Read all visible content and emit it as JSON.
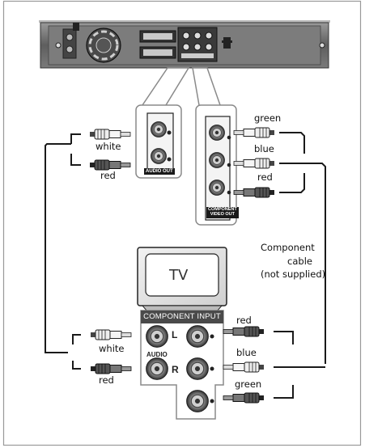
{
  "labels": {
    "white_top": "white",
    "red_top": "red",
    "audio_out": "AUDIO OUT",
    "green_top": "green",
    "blue_top": "blue",
    "red_comp_top": "red",
    "component_video_out_1": "COMPONENT",
    "component_video_out_2": "VIDEO OUT",
    "cable_note_1": "Component",
    "cable_note_2": "cable",
    "cable_note_3": "(not supplied)",
    "tv": "TV",
    "component_input": "COMPONENT INPUT",
    "audio": "AUDIO",
    "left": "L",
    "right": "R",
    "white_bottom": "white",
    "red_bottom": "red",
    "red_comp_bottom": "red",
    "blue_bottom": "blue",
    "green_bottom": "green"
  },
  "colors": {
    "frame": "#9a9a9a",
    "device_body": "#6e6e6e",
    "cable": "#1a1a1a",
    "plug_dark": "#3a3a3a",
    "panel_fill": "#ffffff",
    "panel_border": "#8a8a8a"
  }
}
